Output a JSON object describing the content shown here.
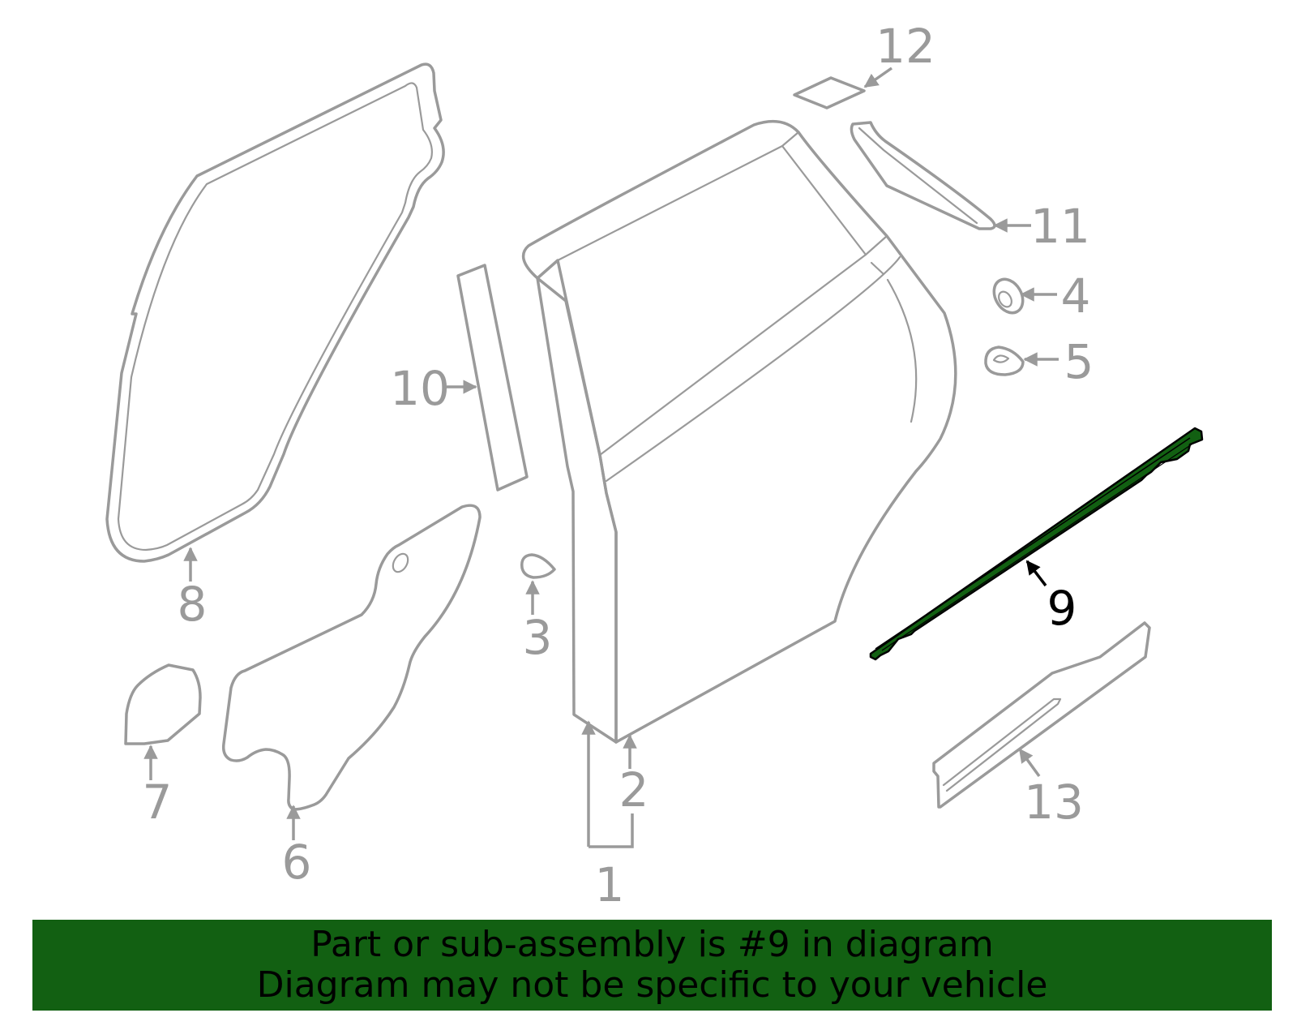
{
  "callouts": {
    "c1": "1",
    "c2": "2",
    "c3": "3",
    "c4": "4",
    "c5": "5",
    "c6": "6",
    "c7": "7",
    "c8": "8",
    "c9": "9",
    "c10": "10",
    "c11": "11",
    "c12": "12",
    "c13": "13"
  },
  "highlighted_part": "9",
  "colors": {
    "highlight": "#126012",
    "line": "#9a9a9a",
    "highlight_label": "#000000"
  },
  "banner": {
    "line1": "Part or sub-assembly is #9 in diagram",
    "line2": "Diagram may not be specific to your vehicle"
  }
}
